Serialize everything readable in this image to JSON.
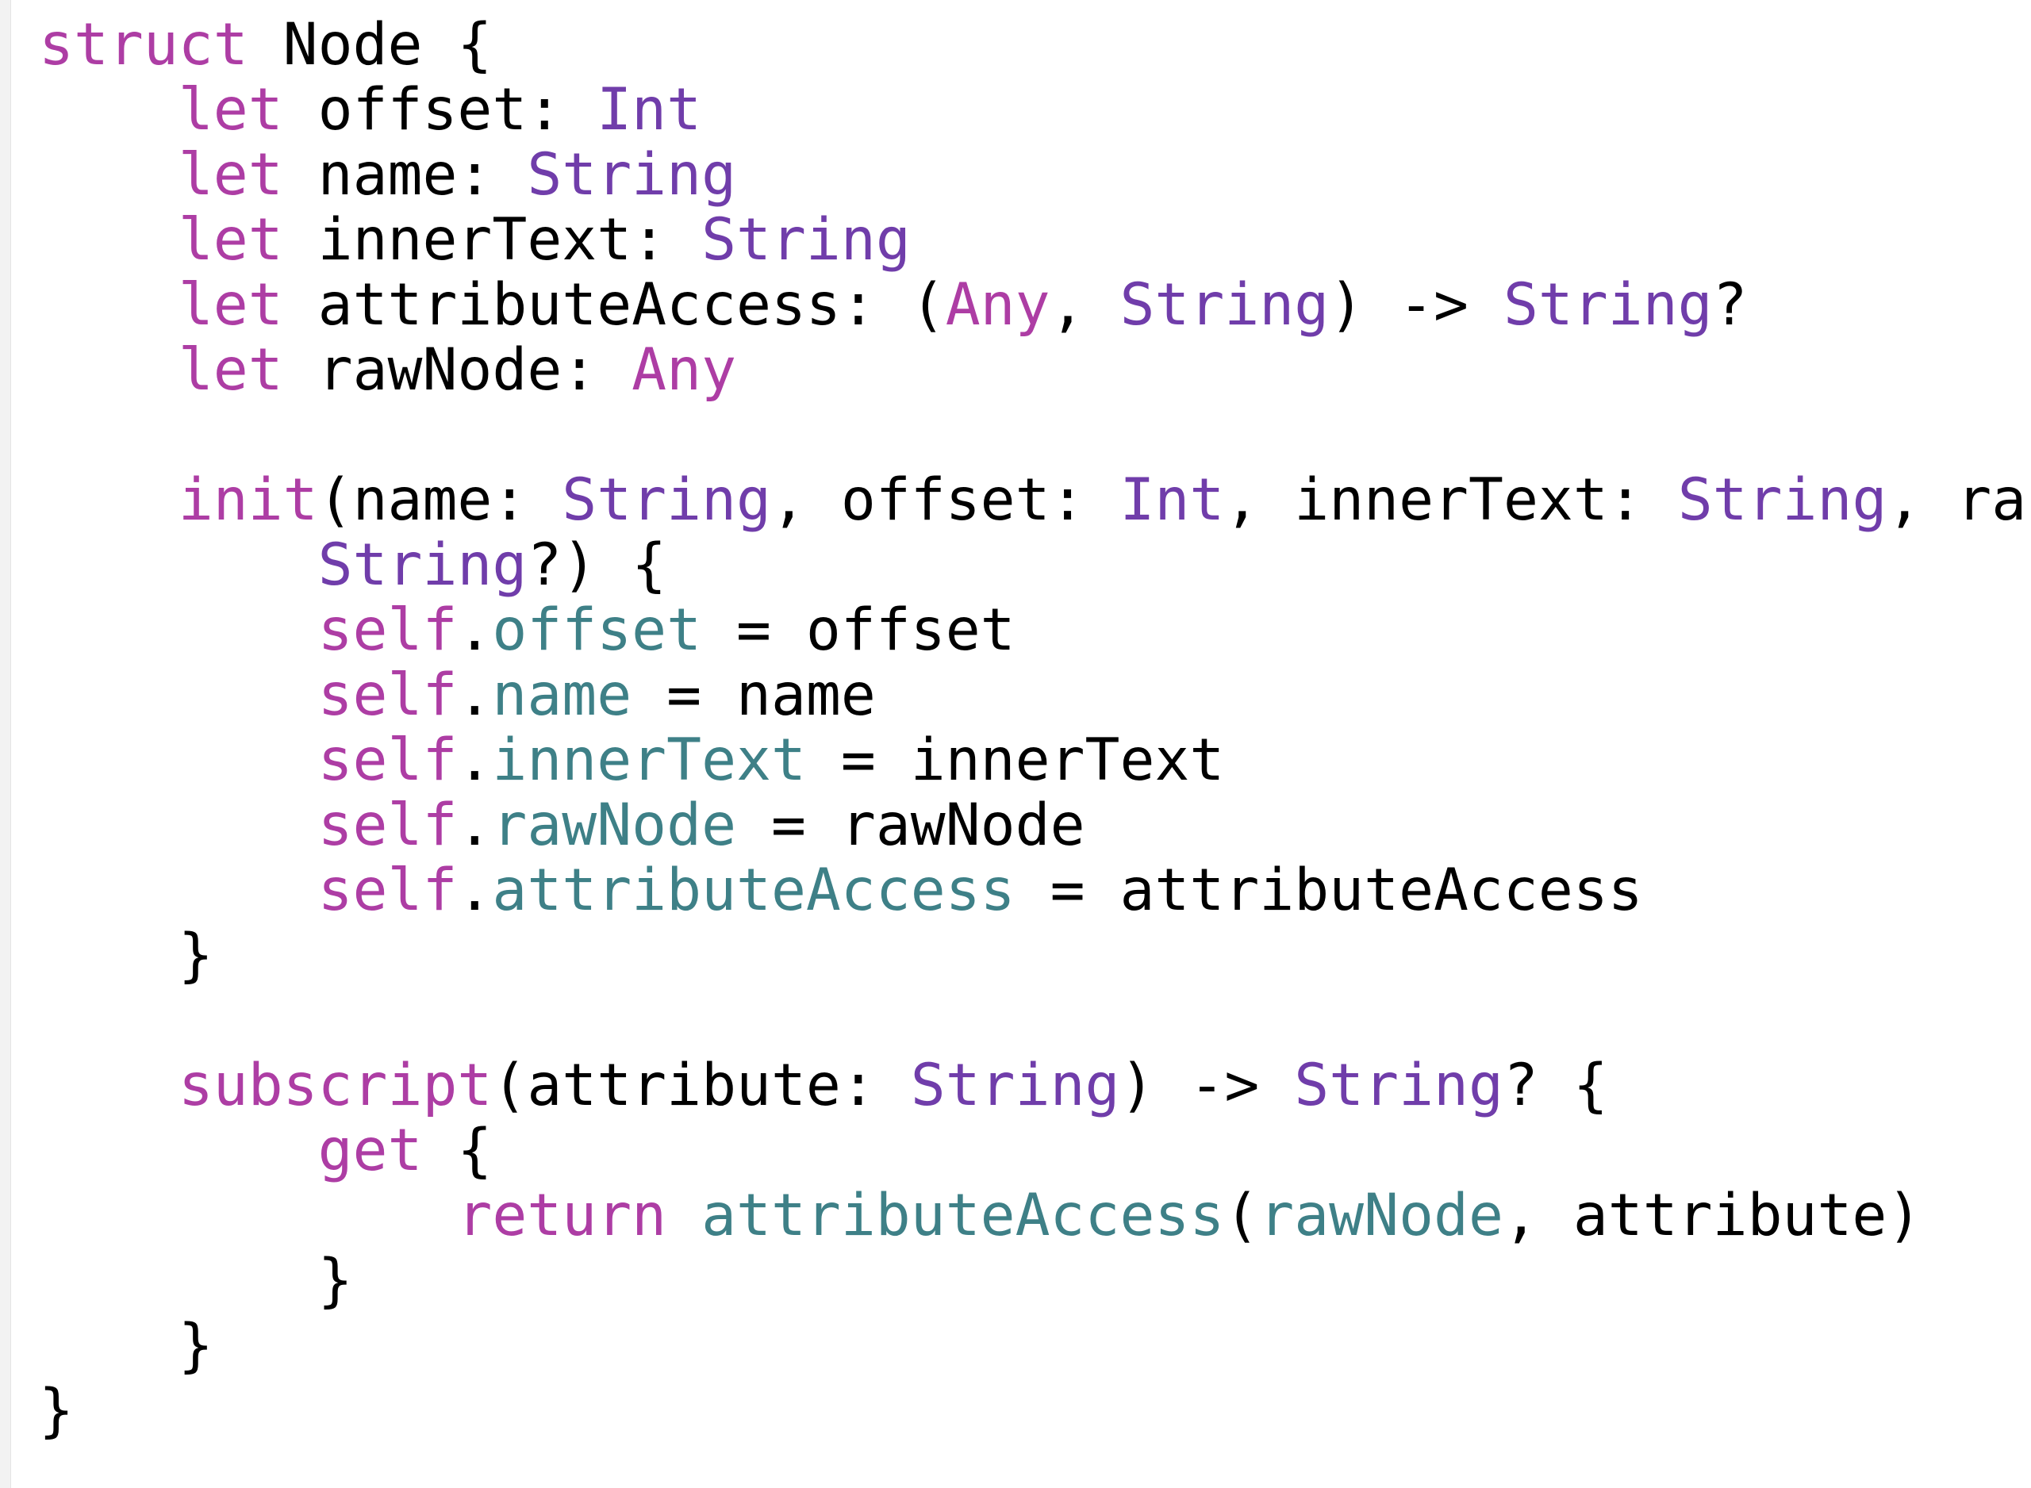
{
  "colors": {
    "keyword": "#AD3DA4",
    "type": "#703DAA",
    "property": "#3E8087",
    "plain": "#000000"
  },
  "code_lines": [
    [
      {
        "t": "struct",
        "c": "keyword"
      },
      {
        "t": " Node {",
        "c": "plain"
      }
    ],
    [
      {
        "t": "    ",
        "c": "plain"
      },
      {
        "t": "let",
        "c": "keyword"
      },
      {
        "t": " offset: ",
        "c": "plain"
      },
      {
        "t": "Int",
        "c": "type"
      }
    ],
    [
      {
        "t": "    ",
        "c": "plain"
      },
      {
        "t": "let",
        "c": "keyword"
      },
      {
        "t": " name: ",
        "c": "plain"
      },
      {
        "t": "String",
        "c": "type"
      }
    ],
    [
      {
        "t": "    ",
        "c": "plain"
      },
      {
        "t": "let",
        "c": "keyword"
      },
      {
        "t": " innerText: ",
        "c": "plain"
      },
      {
        "t": "String",
        "c": "type"
      }
    ],
    [
      {
        "t": "    ",
        "c": "plain"
      },
      {
        "t": "let",
        "c": "keyword"
      },
      {
        "t": " attributeAccess: (",
        "c": "plain"
      },
      {
        "t": "Any",
        "c": "keyword"
      },
      {
        "t": ", ",
        "c": "plain"
      },
      {
        "t": "String",
        "c": "type"
      },
      {
        "t": ") -> ",
        "c": "plain"
      },
      {
        "t": "String",
        "c": "type"
      },
      {
        "t": "?",
        "c": "plain"
      }
    ],
    [
      {
        "t": "    ",
        "c": "plain"
      },
      {
        "t": "let",
        "c": "keyword"
      },
      {
        "t": " rawNode: ",
        "c": "plain"
      },
      {
        "t": "Any",
        "c": "keyword"
      }
    ],
    [],
    [
      {
        "t": "    ",
        "c": "plain"
      },
      {
        "t": "init",
        "c": "keyword"
      },
      {
        "t": "(name: ",
        "c": "plain"
      },
      {
        "t": "String",
        "c": "type"
      },
      {
        "t": ", offset: ",
        "c": "plain"
      },
      {
        "t": "Int",
        "c": "type"
      },
      {
        "t": ", innerText: ",
        "c": "plain"
      },
      {
        "t": "String",
        "c": "type"
      },
      {
        "t": ", ra",
        "c": "plain"
      }
    ],
    [
      {
        "t": "        ",
        "c": "plain"
      },
      {
        "t": "String",
        "c": "type"
      },
      {
        "t": "?) {",
        "c": "plain"
      }
    ],
    [
      {
        "t": "        ",
        "c": "plain"
      },
      {
        "t": "self",
        "c": "keyword"
      },
      {
        "t": ".",
        "c": "plain"
      },
      {
        "t": "offset",
        "c": "property"
      },
      {
        "t": " = offset",
        "c": "plain"
      }
    ],
    [
      {
        "t": "        ",
        "c": "plain"
      },
      {
        "t": "self",
        "c": "keyword"
      },
      {
        "t": ".",
        "c": "plain"
      },
      {
        "t": "name",
        "c": "property"
      },
      {
        "t": " = name",
        "c": "plain"
      }
    ],
    [
      {
        "t": "        ",
        "c": "plain"
      },
      {
        "t": "self",
        "c": "keyword"
      },
      {
        "t": ".",
        "c": "plain"
      },
      {
        "t": "innerText",
        "c": "property"
      },
      {
        "t": " = innerText",
        "c": "plain"
      }
    ],
    [
      {
        "t": "        ",
        "c": "plain"
      },
      {
        "t": "self",
        "c": "keyword"
      },
      {
        "t": ".",
        "c": "plain"
      },
      {
        "t": "rawNode",
        "c": "property"
      },
      {
        "t": " = rawNode",
        "c": "plain"
      }
    ],
    [
      {
        "t": "        ",
        "c": "plain"
      },
      {
        "t": "self",
        "c": "keyword"
      },
      {
        "t": ".",
        "c": "plain"
      },
      {
        "t": "attributeAccess",
        "c": "property"
      },
      {
        "t": " = attributeAccess",
        "c": "plain"
      }
    ],
    [
      {
        "t": "    }",
        "c": "plain"
      }
    ],
    [],
    [
      {
        "t": "    ",
        "c": "plain"
      },
      {
        "t": "subscript",
        "c": "keyword"
      },
      {
        "t": "(attribute: ",
        "c": "plain"
      },
      {
        "t": "String",
        "c": "type"
      },
      {
        "t": ") -> ",
        "c": "plain"
      },
      {
        "t": "String",
        "c": "type"
      },
      {
        "t": "? {",
        "c": "plain"
      }
    ],
    [
      {
        "t": "        ",
        "c": "plain"
      },
      {
        "t": "get",
        "c": "keyword"
      },
      {
        "t": " {",
        "c": "plain"
      }
    ],
    [
      {
        "t": "            ",
        "c": "plain"
      },
      {
        "t": "return",
        "c": "keyword"
      },
      {
        "t": " ",
        "c": "plain"
      },
      {
        "t": "attributeAccess",
        "c": "property"
      },
      {
        "t": "(",
        "c": "plain"
      },
      {
        "t": "rawNode",
        "c": "property"
      },
      {
        "t": ", attribute)",
        "c": "plain"
      }
    ],
    [
      {
        "t": "        }",
        "c": "plain"
      }
    ],
    [
      {
        "t": "    }",
        "c": "plain"
      }
    ],
    [
      {
        "t": "}",
        "c": "plain"
      }
    ]
  ]
}
